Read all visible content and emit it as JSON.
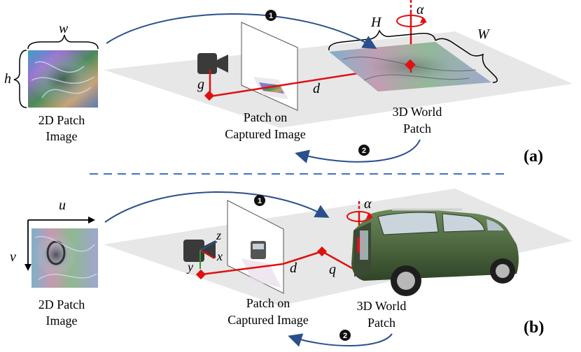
{
  "panel_a": {
    "tag": "(a)",
    "patch_label_line1": "2D Patch",
    "patch_label_line2": "Image",
    "dim_w": "w",
    "dim_h": "h",
    "captured_line1": "Patch on",
    "captured_line2": "Captured Image",
    "world_line1": "3D World",
    "world_line2": "Patch",
    "dim_H": "H",
    "dim_W": "W",
    "rot": "α",
    "height": "g",
    "dist": "d",
    "step1": "1",
    "step2": "2"
  },
  "panel_b": {
    "tag": "(b)",
    "patch_label_line1": "2D Patch",
    "patch_label_line2": "Image",
    "dim_u": "u",
    "dim_v": "v",
    "captured_line1": "Patch on",
    "captured_line2": "Captured Image",
    "world_line1": "3D World",
    "world_line2": "Patch",
    "rot": "α",
    "axis_x": "x",
    "axis_y": "y",
    "axis_z": "z",
    "dist": "d",
    "offset": "q",
    "step1": "1",
    "step2": "2"
  },
  "colors": {
    "ground": "#e7e7e7",
    "geometry_red": "#e01010",
    "flow_arrow": "#2b4f8c",
    "divider": "#4472c4",
    "car_body": "#3f5a32"
  },
  "icons": [
    "camera-icon",
    "rotation-icon",
    "car-icon"
  ]
}
